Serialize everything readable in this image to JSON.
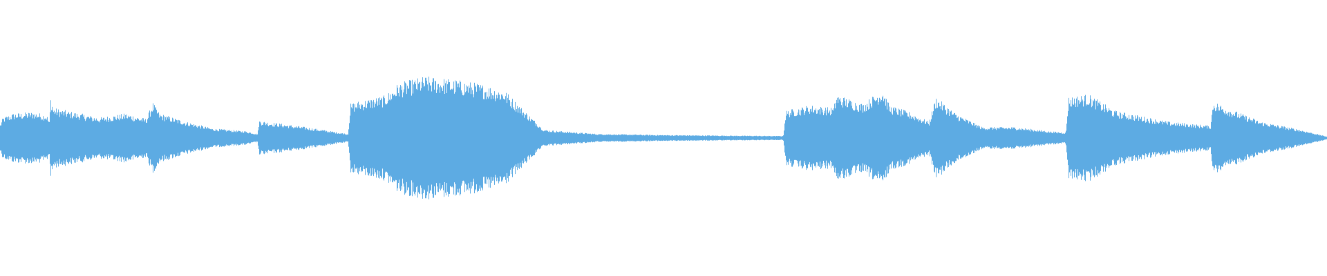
{
  "waveform": {
    "color": "#5DABE3",
    "background": "#FFFFFF",
    "amplitude_envelope": [
      [
        0.0,
        0.1
      ],
      [
        0.002,
        0.15
      ],
      [
        0.01,
        0.18
      ],
      [
        0.025,
        0.19
      ],
      [
        0.035,
        0.17
      ],
      [
        0.037,
        0.12
      ],
      [
        0.038,
        0.3
      ],
      [
        0.04,
        0.22
      ],
      [
        0.055,
        0.19
      ],
      [
        0.075,
        0.15
      ],
      [
        0.095,
        0.18
      ],
      [
        0.11,
        0.14
      ],
      [
        0.115,
        0.26
      ],
      [
        0.12,
        0.18
      ],
      [
        0.14,
        0.12
      ],
      [
        0.16,
        0.07
      ],
      [
        0.185,
        0.05
      ],
      [
        0.194,
        0.03
      ],
      [
        0.195,
        0.13
      ],
      [
        0.2,
        0.12
      ],
      [
        0.23,
        0.08
      ],
      [
        0.262,
        0.03
      ],
      [
        0.264,
        0.25
      ],
      [
        0.27,
        0.27
      ],
      [
        0.29,
        0.31
      ],
      [
        0.3,
        0.4
      ],
      [
        0.32,
        0.45
      ],
      [
        0.34,
        0.43
      ],
      [
        0.36,
        0.4
      ],
      [
        0.38,
        0.35
      ],
      [
        0.395,
        0.2
      ],
      [
        0.41,
        0.06
      ],
      [
        0.45,
        0.03
      ],
      [
        0.5,
        0.022
      ],
      [
        0.55,
        0.018
      ],
      [
        0.59,
        0.015
      ],
      [
        0.592,
        0.2
      ],
      [
        0.61,
        0.24
      ],
      [
        0.628,
        0.22
      ],
      [
        0.63,
        0.32
      ],
      [
        0.65,
        0.25
      ],
      [
        0.665,
        0.36
      ],
      [
        0.67,
        0.24
      ],
      [
        0.685,
        0.19
      ],
      [
        0.7,
        0.12
      ],
      [
        0.705,
        0.3
      ],
      [
        0.72,
        0.18
      ],
      [
        0.74,
        0.08
      ],
      [
        0.765,
        0.08
      ],
      [
        0.79,
        0.05
      ],
      [
        0.803,
        0.04
      ],
      [
        0.805,
        0.3
      ],
      [
        0.82,
        0.32
      ],
      [
        0.84,
        0.2
      ],
      [
        0.86,
        0.16
      ],
      [
        0.88,
        0.12
      ],
      [
        0.912,
        0.09
      ],
      [
        0.914,
        0.27
      ],
      [
        0.925,
        0.22
      ],
      [
        0.95,
        0.12
      ],
      [
        0.98,
        0.06
      ],
      [
        1.0,
        0.01
      ]
    ]
  }
}
